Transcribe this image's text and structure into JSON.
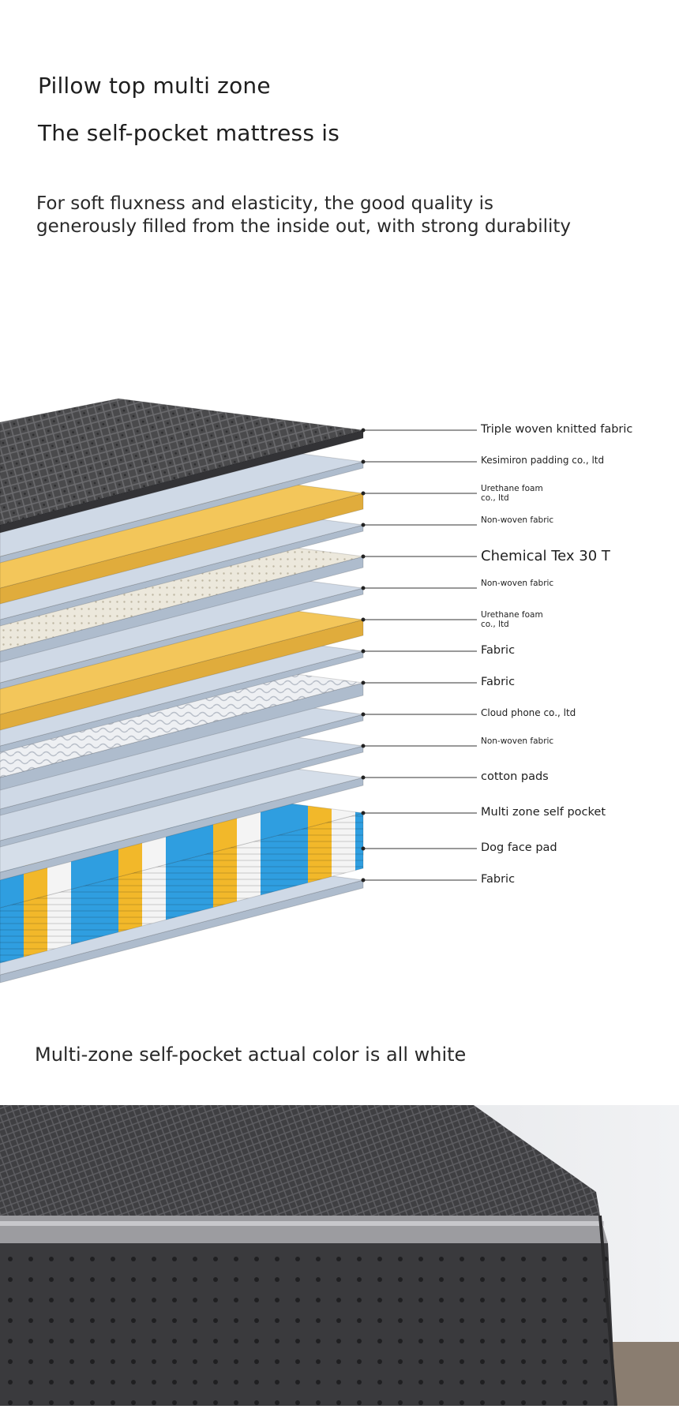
{
  "header": {
    "title_line1": "Pillow top multi zone",
    "title_line2": "The self-pocket mattress is"
  },
  "description": "For soft fluxness and elasticity, the good quality is generously filled from the inside out, with strong durability",
  "layers": [
    {
      "label": "Triple woven knitted fabric",
      "size": "med"
    },
    {
      "label": "Kesimiron padding co., ltd",
      "size": "sm"
    },
    {
      "label": "Urethane foam co., ltd",
      "size": "xs"
    },
    {
      "label": "Non-woven fabric",
      "size": "xs"
    },
    {
      "label": "Chemical Tex 30 T",
      "size": "big"
    },
    {
      "label": "Non-woven fabric",
      "size": "xs"
    },
    {
      "label": "Urethane foam co., ltd",
      "size": "xs"
    },
    {
      "label": "Fabric",
      "size": "med"
    },
    {
      "label": "Fabric",
      "size": "med"
    },
    {
      "label": "Cloud phone co., ltd",
      "size": "sm"
    },
    {
      "label": "Non-woven fabric",
      "size": "xs"
    },
    {
      "label": "cotton pads",
      "size": "med"
    },
    {
      "label": "Multi zone self pocket",
      "size": "med"
    },
    {
      "label": "Dog face pad",
      "size": "med"
    },
    {
      "label": "Fabric",
      "size": "med"
    }
  ],
  "footnote": "Multi-zone self-pocket actual color is all white",
  "colors": {
    "knit_gray": "#4a4a4c",
    "padding_blue": "#cfd9e6",
    "foam_yellow": "#f3c65a",
    "latex_cream": "#ece8dc",
    "spring_blue": "#2f9ee0",
    "spring_yellow": "#f2b82a"
  }
}
